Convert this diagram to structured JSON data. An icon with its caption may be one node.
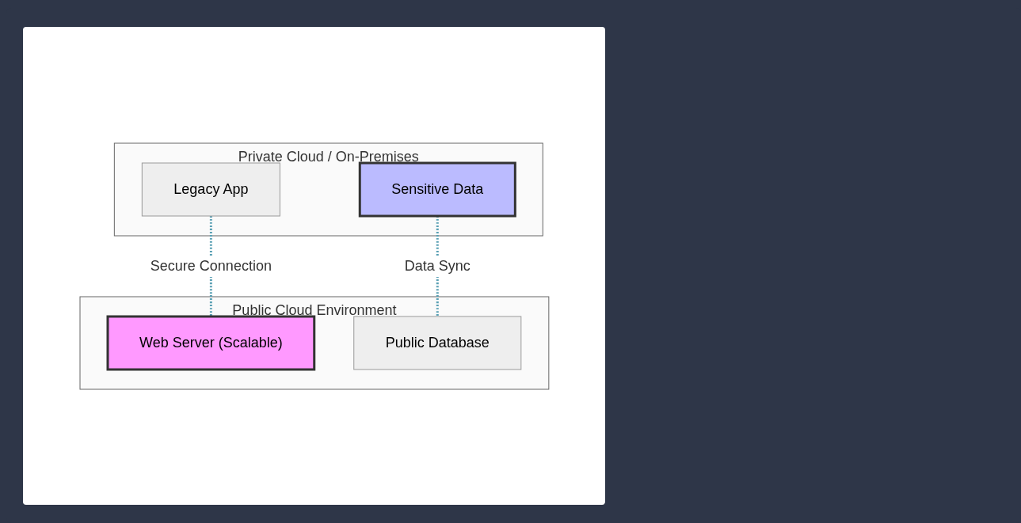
{
  "diagram": {
    "nodes": [
      {
        "text": [
          "Private Cloud / On-Premises"
        ]
      },
      {
        "text": [
          "Legacy App"
        ],
        "in": 0
      },
      {
        "text": [
          "Sensitive Data"
        ],
        "in": 0
      },
      {
        "text": [
          "Public Cloud Environment"
        ]
      },
      {
        "text": [
          "Web Server (Scalable)"
        ],
        "in": 3
      },
      {
        "text": [
          "Public Database"
        ],
        "in": 3
      }
    ],
    "edges": [
      {
        "from": 1,
        "to": 4,
        "arrow": "none",
        "label": "Secure Connection",
        "style": "dashed"
      },
      {
        "from": 2,
        "to": 5,
        "arrow": "none",
        "label": "Data Sync",
        "style": "dashed"
      }
    ]
  }
}
